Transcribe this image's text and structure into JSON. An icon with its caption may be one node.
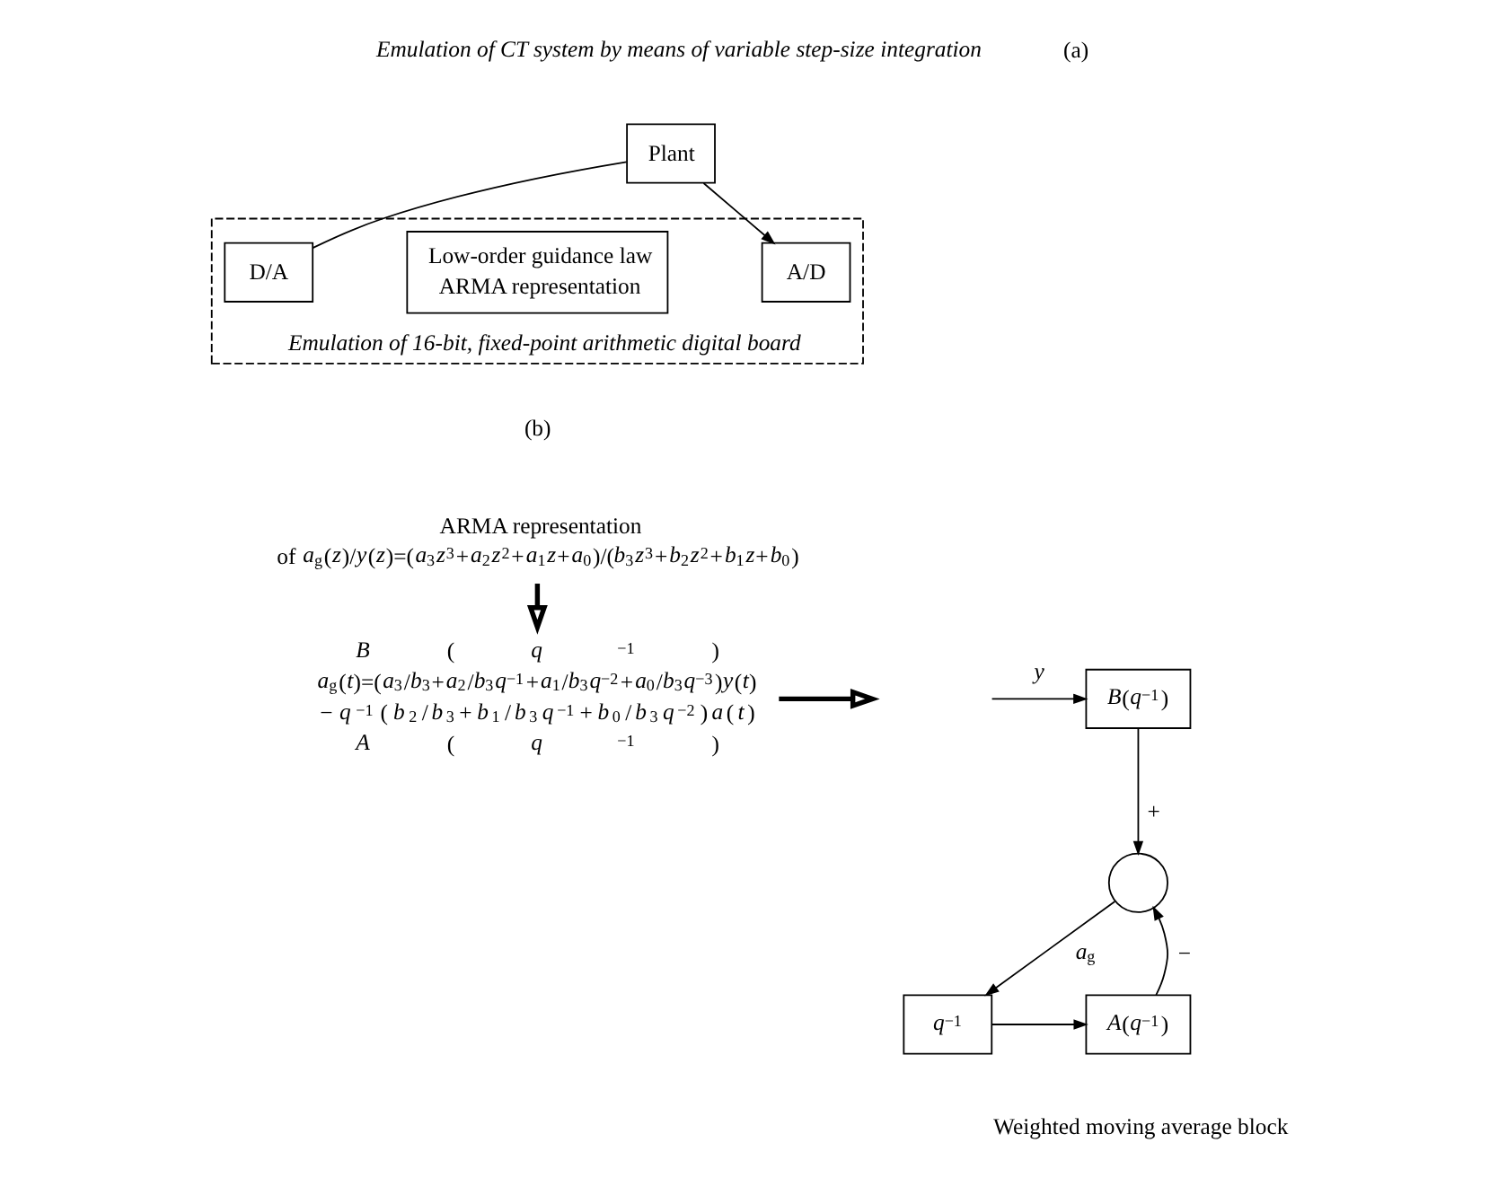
{
  "diagram": {
    "nodes": [
      {
        "text": [
          "Emulation of 16-bit, fixed-point arithmetic digital board"
        ]
      },
      {
        "text": [
          "Plant"
        ],
        "beside": [
          "Emulation of CT system by means of variable step-size integration"
        ]
      },
      {
        "text": [
          "D/A"
        ],
        "in": 0
      },
      {
        "text": [
          "Low-order guidance law",
          "ARMA representation"
        ],
        "in": 0
      },
      {
        "text": [
          "A/D"
        ],
        "in": 0
      },
      {
        "text": [
          "ARMA representation",
          "of *a*$_{g}$(*z*)/*y*(*z*)=(*a*$_{3}$*z*$^{3}$+*a*$_{2}$*z*$^{2}$+*a*$_{1}$*z*+*a*$_{0}$)/(*b*$_{3}$*z*$^{3}$+*b*$_{2}$*z*$^{2}$+*b*$_{1}$*z*+*b*$_{0}$)"
        ]
      },
      {
        "text": [
          "*B*(*q*$^{−1}$)",
          "*a*$_{g}$(*t*)=(*a*$_{3}$/*b*$_{3}$+*a*$_{2}$/*b*$_{3}$*q*$^{−1}$+*a*$_{1}$/*b*$_{3}$*q*$^{−2}$+*a*$_{0}$/*b*$_{3}$*q*$^{−3}$)*y*(*t*)",
          "−*q*$^{−1}$(*b*$_{2}$/*b*$_{3}$+*b*$_{1}$/*b*$_{3}$*q*$^{−1}$+*b*$_{0}$/*b*$_{3}$*q*$^{−2}$)*a*(*t*)",
          "*A*(*q*$^{−1}$)"
        ]
      },
      {
        "text": [
          "*B*(*q*$^{−1}$)"
        ]
      },
      {
        "text": [],
        "shape": "circle"
      },
      {
        "text": [
          "*q*$^{−1}$"
        ]
      },
      {
        "text": [
          "*A*(*q*$^{−1}$)"
        ],
        "beside": [
          "Weighted moving average block"
        ]
      }
    ],
    "edges": [
      {
        "from": 2,
        "to": 1,
        "arrow": "none"
      },
      {
        "from": 1,
        "to": 4,
        "arrow": "to"
      },
      {
        "from": 5,
        "to": 6,
        "arrow": "to",
        "style": "thick"
      },
      {
        "from": 6,
        "to": null,
        "arrow": "to",
        "style": "thick"
      },
      {
        "from": null,
        "to": 7,
        "arrow": "to",
        "label": "*y*"
      },
      {
        "from": 7,
        "to": 8,
        "arrow": "to",
        "label": "+"
      },
      {
        "from": 10,
        "to": 8,
        "arrow": "to",
        "label": "−"
      },
      {
        "from": 8,
        "to": 9,
        "arrow": "to",
        "label": "*a*$_{g}$"
      },
      {
        "from": 9,
        "to": 10,
        "arrow": "to"
      }
    ],
    "labels": [
      "(a)",
      "(b)"
    ]
  }
}
